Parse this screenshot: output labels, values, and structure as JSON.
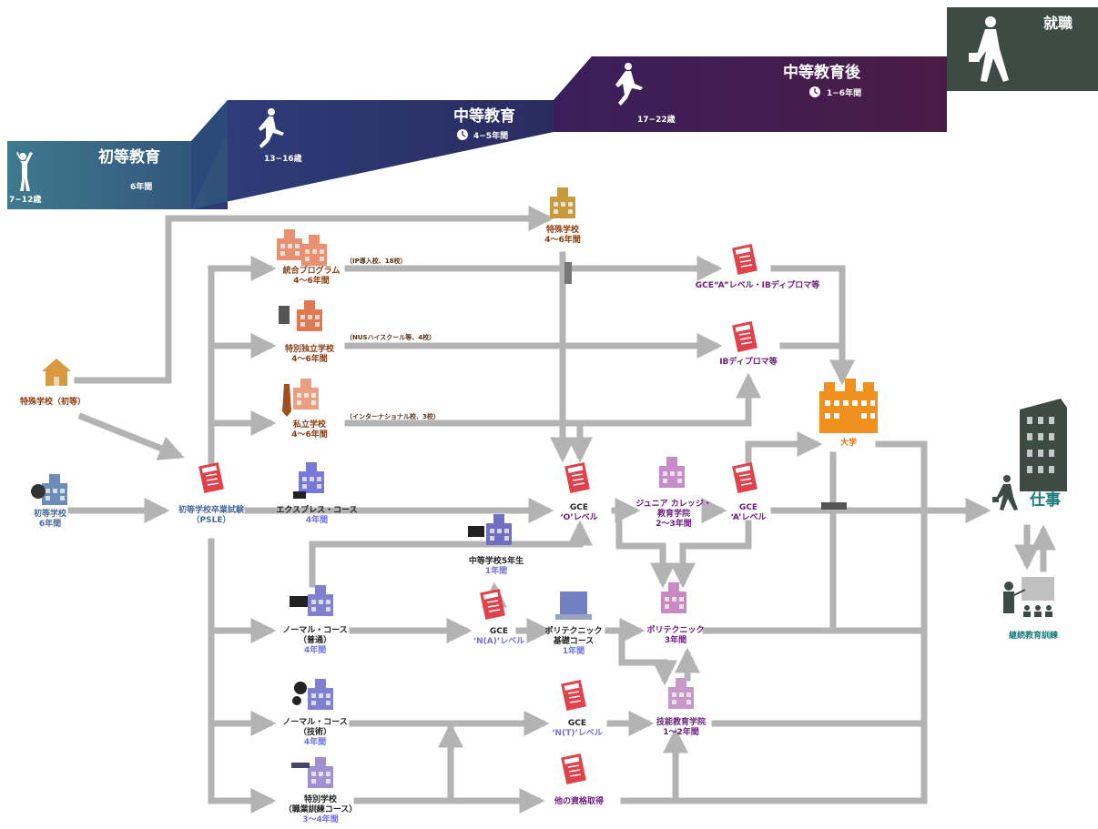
{
  "colors": {
    "primary_band": "#3f7a8e",
    "secondary_band": "#262d63",
    "post_secondary_band": "#4a1c45",
    "work_band": "#3c4c44",
    "arrow": "#b3b3b3",
    "exam": "#e0414b",
    "university": "#f0901e",
    "work_text": "#1a7a7a"
  },
  "stages": {
    "primary": {
      "title": "初等教育",
      "age": "7−12歳",
      "duration": "6年間"
    },
    "secondary": {
      "title": "中等教育",
      "age": "13−16歳",
      "duration": "4−5年間"
    },
    "post_secondary": {
      "title": "中等教育後",
      "age": "17−22歳",
      "duration": "1−6年間"
    },
    "work": {
      "title": "就職"
    }
  },
  "nodes": {
    "special_primary": "特殊学校（初等）",
    "primary_school": {
      "name": "初等学校",
      "duration": "6年間"
    },
    "psle": {
      "name": "初等学校卒業試験",
      "sub": "（PSLE）"
    },
    "special_secondary": {
      "name": "特殊学校",
      "duration": "4〜6年間"
    },
    "integrated": {
      "name": "統合プログラム",
      "duration": "4〜6年間",
      "note": "（IP導入校、18校）"
    },
    "independent": {
      "name": "特別独立学校",
      "duration": "4〜6年間",
      "note": "（NUSハイスクール等、4校）"
    },
    "private": {
      "name": "私立学校",
      "duration": "4〜6年間",
      "note": "（インターナショナル校、3校）"
    },
    "express": {
      "name": "エクスプレス・コース",
      "duration": "4年間"
    },
    "gce_a_ib": "GCE“A”レベル・IBディプロマ等",
    "ib_diploma": "IBディプロマ等",
    "university": "大学",
    "gce_o": {
      "name": "GCE",
      "level": "‘O’レベル"
    },
    "jc": {
      "name": "ジュニア カレッジ・",
      "name2": "教育学院",
      "duration": "2〜3年間"
    },
    "gce_a": {
      "name": "GCE",
      "level": "‘A’レベル"
    },
    "sec5": {
      "name": "中等学校5年生",
      "duration": "1年間"
    },
    "normal_academic": {
      "name": "ノーマル・コース",
      "sub": "（普通）",
      "duration": "4年間"
    },
    "gce_na": {
      "name": "GCE",
      "level": "‘N(A)’レベル"
    },
    "poly_foundation": {
      "name": "ポリテクニック",
      "sub": "基礎コース",
      "duration": "1年間"
    },
    "polytechnic": {
      "name": "ポリテクニック",
      "duration": "3年間"
    },
    "normal_technical": {
      "name": "ノーマル・コース",
      "sub": "（技術）",
      "duration": "4年間"
    },
    "gce_nt": {
      "name": "GCE",
      "level": "‘N(T)’レベル"
    },
    "ite": {
      "name": "技能教育学院",
      "duration": "1〜2年間"
    },
    "vocational": {
      "name": "特別学校",
      "sub": "（職業訓練コース）",
      "duration": "3〜4年間"
    },
    "other_qual": "他の資格取得",
    "work": "仕事",
    "continuing": "継続教育訓練"
  },
  "icons": {
    "exam": "exam-paper-icon",
    "school": "school-building-icon",
    "walker": "walking-person-icon",
    "runner": "running-person-icon",
    "clock": "clock-icon",
    "office": "office-tower-icon",
    "teacher": "teacher-icon"
  }
}
